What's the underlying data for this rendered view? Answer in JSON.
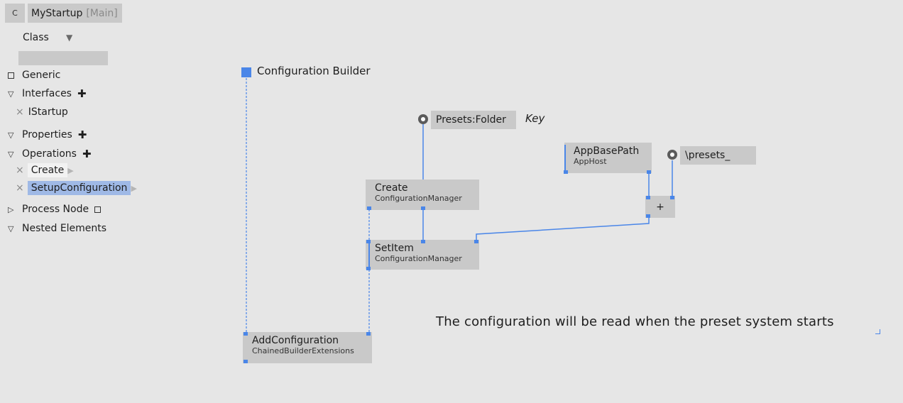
{
  "header": {
    "type_badge": "C",
    "title": "MyStartup",
    "branch": "[Main]"
  },
  "class_kind": {
    "label": "Class"
  },
  "name_field": {
    "value": ""
  },
  "sections": {
    "generic": "Generic",
    "interfaces": "Interfaces",
    "interface_items": [
      "IStartup"
    ],
    "properties": "Properties",
    "operations": "Operations",
    "operation_items": [
      "Create",
      "SetupConfiguration"
    ],
    "process_node": "Process Node",
    "nested_elements": "Nested Elements"
  },
  "diagram": {
    "group_title": "Configuration Builder",
    "presets_value": "Presets:Folder",
    "key_label": "Key",
    "path_value": "\\presets_",
    "add_operator": "+",
    "comment": "The configuration will be read when the preset system starts",
    "nodes": {
      "app_base_path": {
        "title": "AppBasePath",
        "subtitle": "AppHost"
      },
      "create": {
        "title": "Create",
        "subtitle": "ConfigurationManager"
      },
      "set_item": {
        "title": "SetItem",
        "subtitle": "ConfigurationManager"
      },
      "add_configuration": {
        "title": "AddConfiguration",
        "subtitle": "ChainedBuilderExtensions"
      }
    }
  },
  "colors": {
    "background": "#e6e6e6",
    "node_fill": "#c9c9c9",
    "accent": "#4a86e8",
    "selection": "#9fb9e6"
  },
  "icons": {
    "dropdown": "dropdown-triangle-icon",
    "expanded": "expanded-triangle-icon",
    "collapsed": "collapsed-triangle-icon",
    "add": "plus-icon",
    "remove": "close-x-icon",
    "pin": "value-pin-icon"
  }
}
